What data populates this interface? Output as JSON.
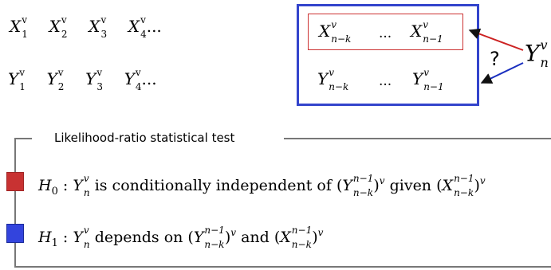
{
  "top_rows": {
    "x_series": {
      "var": "X",
      "superscript": "v",
      "items": [
        "1",
        "2",
        "3",
        "4"
      ],
      "trailing": "..."
    },
    "y_series": {
      "var": "Y",
      "superscript": "v",
      "items": [
        "1",
        "2",
        "3",
        "4"
      ],
      "trailing": "..."
    }
  },
  "window": {
    "x_history": {
      "start": {
        "var": "X",
        "sup": "v",
        "sub": "n−k"
      },
      "ellipsis": "...",
      "end": {
        "var": "X",
        "sup": "v",
        "sub": "n−1"
      }
    },
    "y_history": {
      "start": {
        "var": "Y",
        "sup": "v",
        "sub": "n−k"
      },
      "ellipsis": "...",
      "end": {
        "var": "Y",
        "sup": "v",
        "sub": "n−1"
      }
    }
  },
  "target": {
    "var": "Y",
    "sup": "v",
    "sub": "n"
  },
  "question_mark": "?",
  "test_frame": {
    "title": "Likelihood-ratio statistical test"
  },
  "hypotheses": {
    "h0": {
      "symbol": "H",
      "symbol_sub": "0",
      "colon": ":",
      "target": {
        "var": "Y",
        "sup": "v",
        "sub": "n"
      },
      "text_1": "is conditionally independent of",
      "term_1": {
        "var": "Y",
        "sup": "n−1",
        "sub": "n−k",
        "outer_sup": "v"
      },
      "text_2": "given",
      "term_2": {
        "var": "X",
        "sup": "n−1",
        "sub": "n−k",
        "outer_sup": "v"
      }
    },
    "h1": {
      "symbol": "H",
      "symbol_sub": "1",
      "colon": ":",
      "target": {
        "var": "Y",
        "sup": "v",
        "sub": "n"
      },
      "text_1": "depends on",
      "term_1": {
        "var": "Y",
        "sup": "n−1",
        "sub": "n−k",
        "outer_sup": "v"
      },
      "text_2": "and",
      "term_2": {
        "var": "X",
        "sup": "n−1",
        "sub": "n−k",
        "outer_sup": "v"
      }
    }
  },
  "colors": {
    "window_border": "#3344cc",
    "history_border": "#cc3333",
    "red_arrow": "#cc2222",
    "blue_arrow": "#1a2fbf",
    "h0_square": "#c83232",
    "h0_square_border": "#a02525",
    "h1_square": "#3344dd",
    "h1_square_border": "#1a2a9a",
    "frame_line": "#777777"
  }
}
